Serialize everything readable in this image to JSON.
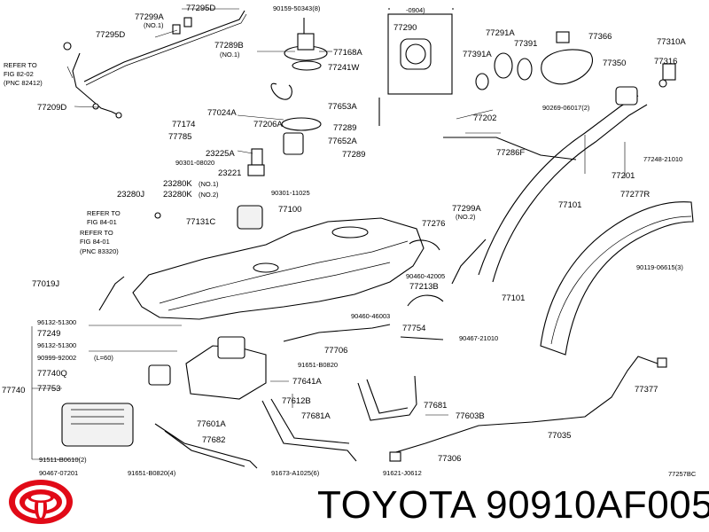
{
  "labels": [
    {
      "text": "77299A"
    },
    {
      "text": "(NO.1)"
    },
    {
      "text": "77295D"
    },
    {
      "text": "77295D"
    },
    {
      "text": "90159-50343(8)"
    },
    {
      "text": "77289B"
    },
    {
      "text": "(NO.1)"
    },
    {
      "text": "77168A"
    },
    {
      "text": "77241W"
    },
    {
      "text": "REFER TO"
    },
    {
      "text": "FIG 82-02"
    },
    {
      "text": "(PNC 82412)"
    },
    {
      "text": "77209D"
    },
    {
      "text": "77024A"
    },
    {
      "text": "77174"
    },
    {
      "text": "77785"
    },
    {
      "text": "77206A"
    },
    {
      "text": "77653A"
    },
    {
      "text": "77289"
    },
    {
      "text": "77652A"
    },
    {
      "text": "77289"
    },
    {
      "text": "23225A"
    },
    {
      "text": "90301-08020"
    },
    {
      "text": "23221"
    },
    {
      "text": "23280K"
    },
    {
      "text": "(NO.1)"
    },
    {
      "text": "23280J"
    },
    {
      "text": "23280K"
    },
    {
      "text": "(NO.2)"
    },
    {
      "text": "90301-11025"
    },
    {
      "text": "REFER TO"
    },
    {
      "text": "FIG 84-01"
    },
    {
      "text": "77131C"
    },
    {
      "text": "77100"
    },
    {
      "text": "REFER TO"
    },
    {
      "text": "FIG 84-01"
    },
    {
      "text": "(PNC 83320)"
    },
    {
      "text": "77019J"
    },
    {
      "text": "96132-51300"
    },
    {
      "text": "77249"
    },
    {
      "text": "96132-51300"
    },
    {
      "text": "90999-92002"
    },
    {
      "text": "(L=60)"
    },
    {
      "text": "77740Q"
    },
    {
      "text": "77740"
    },
    {
      "text": "77753"
    },
    {
      "text": "91511-B0610(2)"
    },
    {
      "text": "90467-07201"
    },
    {
      "text": "91651-B0820(4)"
    },
    {
      "text": "77706"
    },
    {
      "text": "91651-B0820"
    },
    {
      "text": "77641A"
    },
    {
      "text": "77612B"
    },
    {
      "text": "77681A"
    },
    {
      "text": "77601A"
    },
    {
      "text": "77682"
    },
    {
      "text": "91673-A1025(6)"
    },
    {
      "text": "91621-J0612"
    },
    {
      "text": "77306"
    },
    {
      "text": "77681"
    },
    {
      "text": "77603B"
    },
    {
      "text": "77035"
    },
    {
      "text": "77377"
    },
    {
      "text": "77257BC"
    },
    {
      "text": "77276"
    },
    {
      "text": "77299A"
    },
    {
      "text": "(NO.2)"
    },
    {
      "text": "90460-42005"
    },
    {
      "text": "77213B"
    },
    {
      "text": "90460-46003"
    },
    {
      "text": "77754"
    },
    {
      "text": "90467-21010"
    },
    {
      "text": "77101"
    },
    {
      "text": "77202"
    },
    {
      "text": "77286F"
    },
    {
      "text": "77101"
    },
    {
      "text": "77201"
    },
    {
      "text": "77248-21010"
    },
    {
      "text": "77277R"
    },
    {
      "text": "90119-06615(3)"
    },
    {
      "text": "-0904)"
    },
    {
      "text": "77290"
    },
    {
      "text": "77291A"
    },
    {
      "text": "77391"
    },
    {
      "text": "77391A"
    },
    {
      "text": "77366"
    },
    {
      "text": "77350"
    },
    {
      "text": "77310A"
    },
    {
      "text": "77316"
    },
    {
      "text": "90269-06017(2)"
    }
  ],
  "footer": {
    "brand_logo": "toyota-emblem",
    "part_text": "TOYOTA 90910AF005"
  },
  "colors": {
    "line": "#000000",
    "background": "#ffffff"
  }
}
